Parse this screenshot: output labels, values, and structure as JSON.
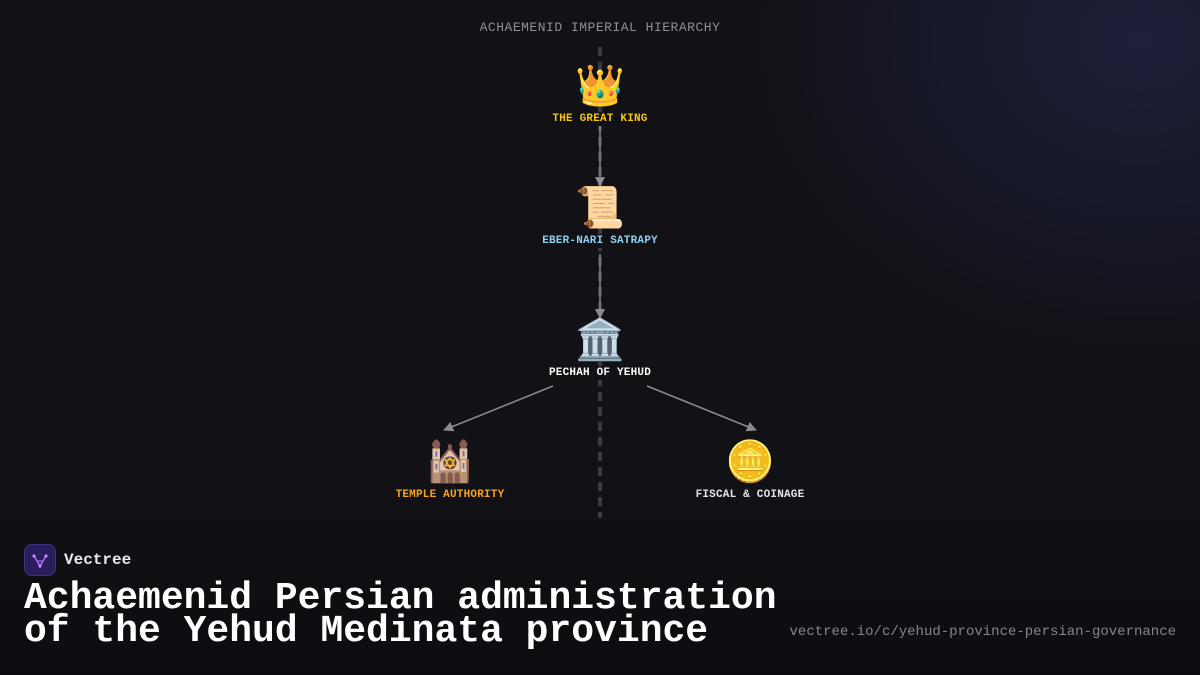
{
  "diagram": {
    "title": "ACHAEMENID IMPERIAL HIERARCHY",
    "nodes": [
      {
        "id": "great-king",
        "icon": "crown-icon",
        "glyph": "👑",
        "label": "THE GREAT KING",
        "color": "#f5c518"
      },
      {
        "id": "satrapy",
        "icon": "scroll-icon",
        "glyph": "📜",
        "label": "EBER-NARI SATRAPY",
        "color": "#8fd0f0"
      },
      {
        "id": "pechah",
        "icon": "classical-building-icon",
        "glyph": "🏛️",
        "label": "PECHAH OF YEHUD",
        "color": "#ffffff"
      },
      {
        "id": "temple",
        "icon": "synagogue-icon",
        "glyph": "🕍",
        "label": "TEMPLE AUTHORITY",
        "color": "#f5a623"
      },
      {
        "id": "fiscal",
        "icon": "coin-icon",
        "glyph": "🪙",
        "label": "FISCAL & COINAGE",
        "color": "#e6e6ea"
      }
    ],
    "edges": [
      {
        "from": "great-king",
        "to": "satrapy"
      },
      {
        "from": "satrapy",
        "to": "pechah"
      },
      {
        "from": "pechah",
        "to": "temple"
      },
      {
        "from": "pechah",
        "to": "fiscal"
      }
    ]
  },
  "brand": {
    "name": "Vectree",
    "logo_icon": "vectree-logo-icon",
    "accent": "#2a1d5c"
  },
  "title": {
    "line1": "Achaemenid Persian administration",
    "line2": "of the Yehud Medinata province"
  },
  "source_url": "vectree.io/c/yehud-province-persian-governance"
}
